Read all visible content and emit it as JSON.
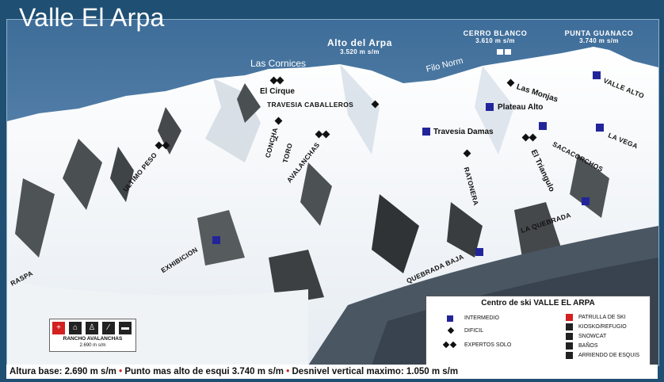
{
  "title": "Valle El Arpa",
  "peaks": [
    {
      "name": "Alto del Arpa",
      "elev": "3.520 m s/m"
    },
    {
      "name": "CERRO BLANCO",
      "elev": "3.610 m s/m"
    },
    {
      "name": "PUNTA GUANACO",
      "elev": "3.740 m s/m"
    }
  ],
  "ridges": {
    "cornices": "Las Cornices",
    "filo": "Filo Norm"
  },
  "runs": {
    "cirque": "El Cirque",
    "travesia_caballeros": "TRAVESIA CABALLEROS",
    "concha": "CONCHA",
    "y": "Y",
    "toro": "TORO",
    "avalanchas": "AVALANCHAS",
    "ultimo_peso": "ULTIMO PESO",
    "raspa": "RASPA",
    "exhibicion": "EXHIBICION",
    "quebrada_baja": "QUEBRADA BAJA",
    "la_quebrada": "LA QUEBRADA",
    "ratonera": "RATONERA",
    "el_triangulo": "El Triangulo",
    "travesia_damas": "Travesia Damas",
    "plateau_alto": "Plateau Alto",
    "las_monjas": "Las Monjas",
    "sacacorchos": "SACACORCHOS",
    "la_vega": "LA VEGA",
    "valle_alto": "VALLE ALTO"
  },
  "legend": {
    "title": "Centro de ski VALLE EL ARPA",
    "intermedio": "INTERMEDIO",
    "dificil": "DIFICIL",
    "expertos": "EXPERTOS SOLO",
    "patrulla": "PATRULLA DE SKI",
    "kiosko": "KIOSKO/REFUGIO",
    "snowcat": "SNOWCAT",
    "banos": "BAÑOS",
    "arriendo": "ARRIENDO DE ESQUIS",
    "colors": {
      "intermedio": "#22259a",
      "dificil": "#111111",
      "patrulla": "#d32020"
    }
  },
  "rancho": {
    "name": "RANCHO AVALANCHAS",
    "elev": "2.690 m s/m"
  },
  "footer": {
    "base": "Altura base: 2.690 m s/m",
    "alto": "Punto mas alto de esqui 3.740 m s/m",
    "desnivel": "Desnivel vertical maximo: 1.050 m s/m"
  }
}
